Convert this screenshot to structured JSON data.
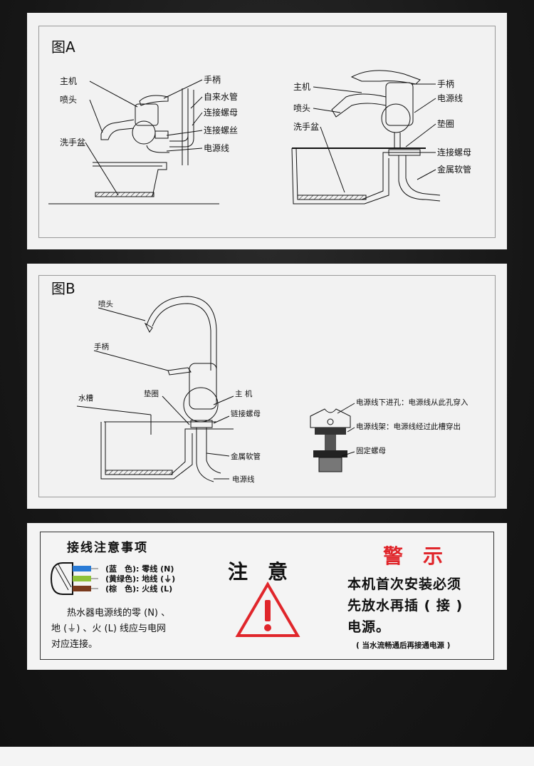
{
  "figA": {
    "title": "图A",
    "left": {
      "host": "主机",
      "nozzle": "喷头",
      "basin": "洗手盆",
      "handle": "手柄",
      "tap_pipe": "自来水管",
      "nut": "连接螺母",
      "screw": "连接螺丝",
      "power": "电源线"
    },
    "right": {
      "host": "主机",
      "nozzle": "喷头",
      "basin": "洗手盆",
      "handle": "手柄",
      "power": "电源线",
      "washer": "垫圈",
      "nut": "连接螺母",
      "hose": "金属软管"
    }
  },
  "figB": {
    "title": "图B",
    "nozzle": "喷头",
    "handle": "手柄",
    "sink": "水槽",
    "washer": "垫圈",
    "host": "主 机",
    "nut": "链接螺母",
    "hose": "金属软管",
    "power": "电源线",
    "detail": {
      "hole": "电源线下进孔：电源线从此孔穿入",
      "rack": "电源线架：电源线经过此槽穿出",
      "fix": "固定螺母"
    }
  },
  "notice": {
    "wiring_title": "接线注意事项",
    "wires": [
      {
        "label": "(蓝　色): 零线 (N)",
        "color": "#2a7bd6"
      },
      {
        "label": "(黄绿色): 地线 (⏚)",
        "color": "#8fc23a"
      },
      {
        "label": "(棕　色): 火线 (L)",
        "color": "#7a3b1e"
      }
    ],
    "wiring_text": [
      "热水器电源线的零 (N) 、",
      "地 (⏚) 、火 (L) 线应与电网",
      "对应连接。"
    ],
    "attention": "注　意",
    "warn_title": "警　示",
    "warn_text": [
      "本机首次安装必须",
      "先放水再插 ( 接 )",
      "电源。"
    ],
    "warn_sub": "( 当水流畅通后再接通电源 )",
    "accent": "#e0262b"
  }
}
